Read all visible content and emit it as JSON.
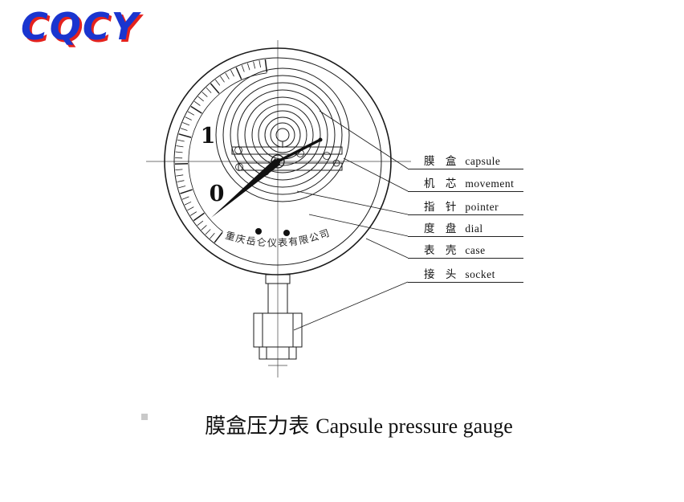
{
  "colors": {
    "logo-blue": "#1a35cf",
    "logo-red": "#e4221e",
    "line": "#1a1a1a"
  },
  "logo": {
    "text": "CQCY"
  },
  "gauge": {
    "scale_numbers": [
      "1",
      "0"
    ],
    "dial_text": "重庆岳仑仪表有限公司"
  },
  "labels": [
    {
      "cn": "膜 盒",
      "en": "capsule"
    },
    {
      "cn": "机 芯",
      "en": "movement"
    },
    {
      "cn": "指 针",
      "en": "pointer"
    },
    {
      "cn": "度 盘",
      "en": "dial"
    },
    {
      "cn": "表 壳",
      "en": "case"
    },
    {
      "cn": "接 头",
      "en": "socket"
    }
  ],
  "caption": {
    "cn": "膜盒压力表",
    "en": "Capsule pressure gauge"
  }
}
